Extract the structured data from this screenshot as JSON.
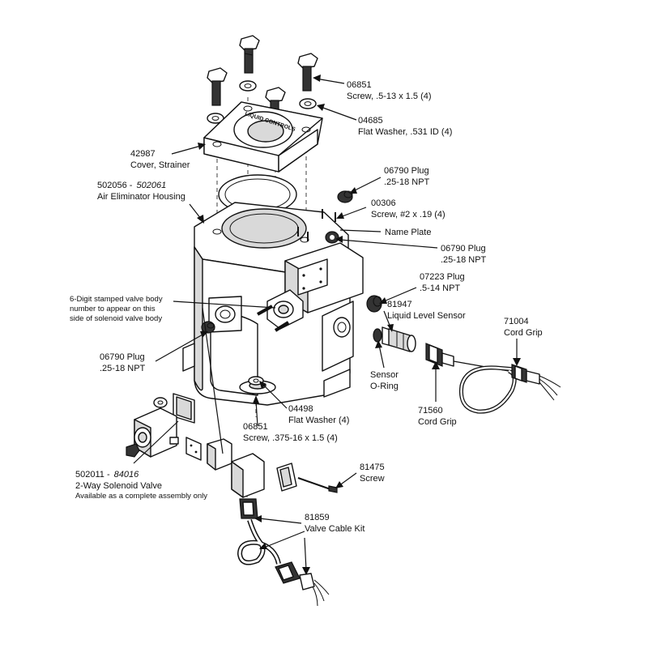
{
  "labels": {
    "screw_top_num": "06851",
    "screw_top_desc": "Screw, .5-13 x 1.5 (4)",
    "washer_top_num": "04685",
    "washer_top_desc": "Flat Washer, .531 ID (4)",
    "cover_num": "42987",
    "cover_desc": "Cover, Strainer",
    "housing_num_a": "502056 -",
    "housing_num_b": "502061",
    "housing_desc": "Air Eliminator Housing",
    "plug_top_num": "06790 Plug",
    "plug_top_desc": ".25-18 NPT",
    "screw2_num": "00306",
    "screw2_desc": "Screw, #2 x .19 (4)",
    "nameplate": "Name Plate",
    "plug_mid_num": "06790 Plug",
    "plug_mid_desc": ".25-18 NPT",
    "plug_07223_num": "07223 Plug",
    "plug_07223_desc": ".5-14 NPT",
    "stamp_line1": "6-Digit stamped valve body",
    "stamp_line2": "number to appear on this",
    "stamp_line3": "side of solenoid valve body",
    "sensor_num": "81947",
    "sensor_desc": "Liquid Level Sensor",
    "cordgrip_right_num": "71004",
    "cordgrip_right_desc": "Cord Grip",
    "plug_left_num": "06790 Plug",
    "plug_left_desc": ".25-18 NPT",
    "sensor_oring_1": "Sensor",
    "sensor_oring_2": "O-Ring",
    "washer_bottom_num": "04498",
    "washer_bottom_desc": "Flat Washer (4)",
    "cordgrip_mid_num": "71560",
    "cordgrip_mid_desc": "Cord Grip",
    "screw_bottom_num": "06851",
    "screw_bottom_desc": "Screw, .375-16 x 1.5 (4)",
    "solenoid_num_a": "502011 -",
    "solenoid_num_b": "84016",
    "solenoid_desc": "2-Way Solenoid Valve",
    "solenoid_note": "Available as a complete assembly only",
    "screw_81475_num": "81475",
    "screw_81475_desc": "Screw",
    "cable_num": "81859",
    "cable_desc": "Valve Cable Kit",
    "cover_text": "LIQUID CONTROLS"
  },
  "icons": [
    "screw-icon",
    "washer-icon",
    "plug-icon",
    "cord-grip-icon",
    "sensor-icon",
    "solenoid-coil-icon",
    "cable-coil-icon"
  ]
}
